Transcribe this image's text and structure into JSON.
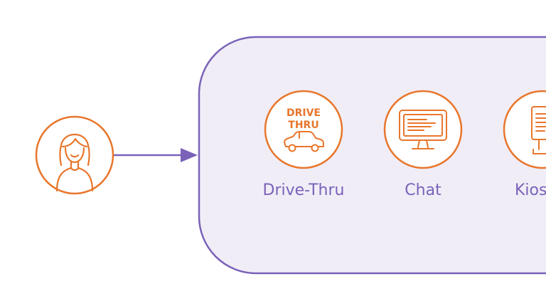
{
  "colors": {
    "accent_orange": "#e8762c",
    "panel_border": "#7a62b8",
    "panel_fill": "#f0edf7",
    "connector": "#7a62b8",
    "label_text": "#7a62b8"
  },
  "customer": {
    "icon": "woman-avatar-icon"
  },
  "channels": [
    {
      "label": "Drive-Thru",
      "badge_line1": "DRIVE",
      "badge_line2": "THRU",
      "icon": "car-icon"
    },
    {
      "label": "Chat",
      "icon": "monitor-chat-icon"
    },
    {
      "label": "Kiosk",
      "icon": "kiosk-icon"
    }
  ]
}
